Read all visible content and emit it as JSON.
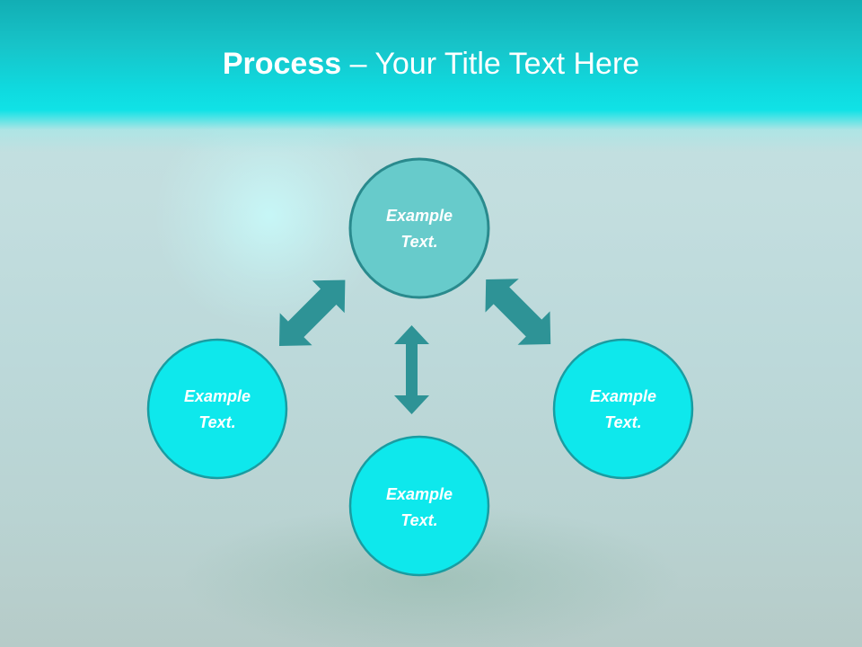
{
  "slide": {
    "title_strong": "Process",
    "title_rest": " – Your Title Text Here"
  },
  "diagram": {
    "nodes": [
      {
        "line1": "Example",
        "line2": "Text."
      },
      {
        "line1": "Example",
        "line2": "Text."
      },
      {
        "line1": "Example",
        "line2": "Text."
      },
      {
        "line1": "Example",
        "line2": "Text."
      }
    ]
  },
  "colors": {
    "header": "#10dde2",
    "center_fill": "#67cbcb",
    "center_stroke": "#2a8a8d",
    "node_fill": "#0ee8ec",
    "node_stroke": "#1a9ca1",
    "arrow": "#2e9396"
  }
}
